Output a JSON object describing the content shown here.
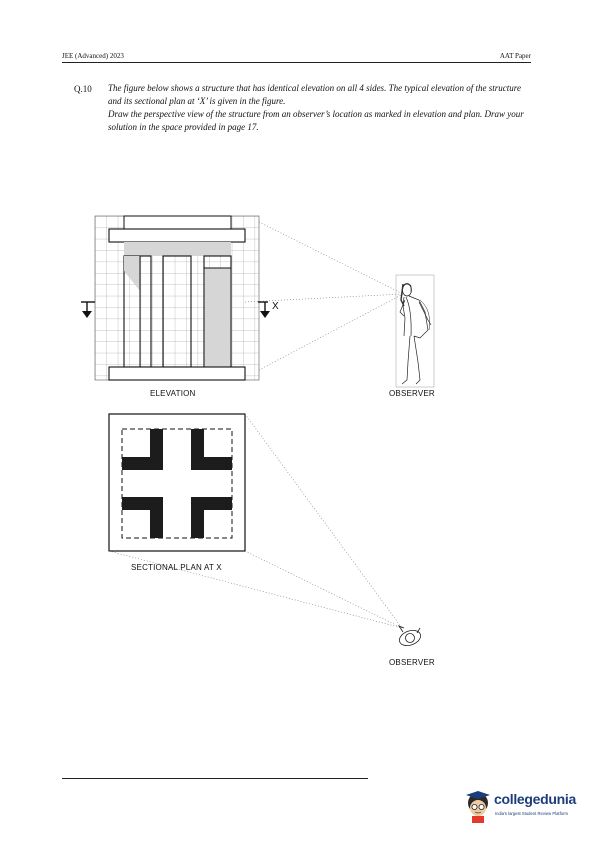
{
  "header": {
    "left": "JEE (Advanced) 2023",
    "right": "AAT Paper"
  },
  "question": {
    "number": "Q.10",
    "line1": "The figure below shows a structure that has identical elevation on all 4 sides. The typical elevation of the structure and its sectional plan at ‘X’ is given in the figure.",
    "line2": "Draw the perspective view of the structure from an observer’s location as marked in elevation and plan. Draw your solution in the space provided in page 17."
  },
  "figure": {
    "elevation_label": "ELEVATION",
    "observer_label_top": "OBSERVER",
    "section_marker": "X",
    "plan_label": "SECTIONAL PLAN AT X",
    "observer_label_bottom": "OBSERVER"
  },
  "logo": {
    "name": "collegedunia",
    "tagline": "India's largest Student Review Platform",
    "brand_color": "#1d3d7a",
    "accent_color": "#e23b2e"
  }
}
